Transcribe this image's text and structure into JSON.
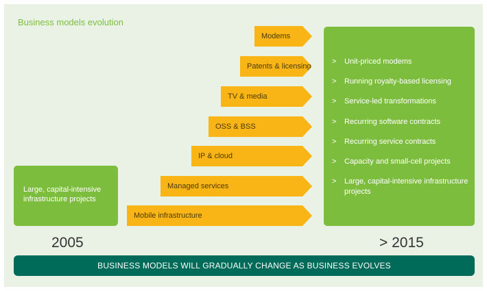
{
  "title": "Business models evolution",
  "left_box": {
    "text": "Large, capital-intensive infrastructure projects"
  },
  "arrows": [
    {
      "label": "Modems"
    },
    {
      "label": "Patents & licensing"
    },
    {
      "label": "TV & media"
    },
    {
      "label": "OSS & BSS"
    },
    {
      "label": "IP & cloud"
    },
    {
      "label": "Managed services"
    },
    {
      "label": "Mobile infrastructure"
    }
  ],
  "right_box": {
    "items": [
      "Unit-priced modems",
      "Running royalty-based licensing",
      "Service-led transformations",
      "Recurring software contracts",
      "Recurring service contracts",
      "Capacity and small-cell projects",
      "Large, capital-intensive infrastructure projects"
    ]
  },
  "years": {
    "start": "2005",
    "end": "> 2015"
  },
  "banner": "BUSINESS MODELS WILL GRADUALLY CHANGE AS BUSINESS EVOLVES",
  "colors": {
    "background": "#e9f2e4",
    "green": "#7dbd3e",
    "orange": "#f9b515",
    "teal": "#006b58"
  }
}
